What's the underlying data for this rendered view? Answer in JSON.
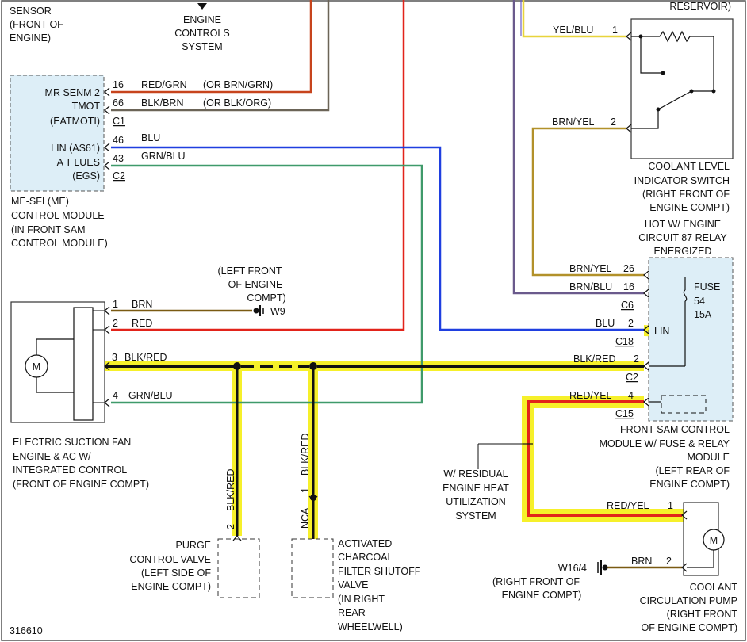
{
  "title": "Wiring diagram",
  "diagram_id": "316610",
  "colors": {
    "red": "#e2231a",
    "brn": "#7a5a12",
    "blu": "#1f3fe0",
    "grn": "#3f9a6a",
    "yel": "#e8d43c",
    "highlight": "#f6f02a",
    "module_fill": "#ddeef7",
    "black": "#111111"
  },
  "top": {
    "sensor": [
      "SENSOR",
      "(FRONT OF",
      "ENGINE)"
    ],
    "engine_controls": [
      "ENGINE",
      "CONTROLS",
      "SYSTEM"
    ],
    "reservoir": "RESERVOIR)"
  },
  "me_module": {
    "pins": [
      {
        "label": "MR SENM 2",
        "num": "16",
        "wire": "RED/GRN",
        "alt": "(OR BRN/GRN)"
      },
      {
        "label": "TMOT",
        "num": "66",
        "wire": "BLK/BRN",
        "alt": "(OR BLK/ORG)"
      },
      {
        "label": "(EATMOTI)",
        "num": "C1",
        "wire": "",
        "alt": ""
      },
      {
        "label": "LIN (AS61)",
        "num": "46",
        "wire": "BLU",
        "alt": ""
      },
      {
        "label": "A T LUES",
        "num": "43",
        "wire": "GRN/BLU",
        "alt": ""
      },
      {
        "label": "(EGS)",
        "num": "C2",
        "wire": "",
        "alt": ""
      }
    ],
    "name": [
      "ME-SFI (ME)",
      "CONTROL MODULE",
      "(IN FRONT SAM",
      "CONTROL MODULE)"
    ]
  },
  "ground_w9": {
    "loc": [
      "(LEFT FRONT",
      "OF ENGINE",
      "COMPT)"
    ],
    "label": "W9"
  },
  "fan": {
    "pins": [
      {
        "num": "1",
        "wire": "BRN"
      },
      {
        "num": "2",
        "wire": "RED"
      },
      {
        "num": "3",
        "wire": "BLK/RED"
      },
      {
        "num": "4",
        "wire": "GRN/BLU"
      }
    ],
    "motor": "M",
    "name": [
      "ELECTRIC SUCTION FAN",
      "ENGINE & AC W/",
      "INTEGRATED CONTROL",
      "(FRONT OF ENGINE COMPT)"
    ]
  },
  "purge": {
    "wire": "BLK/RED",
    "pin": "2",
    "name": [
      "PURGE",
      "CONTROL VALVE",
      "(LEFT SIDE OF",
      "ENGINE COMPT)"
    ]
  },
  "charcoal": {
    "wire": "BLK/RED",
    "pin": "1",
    "nca": "NCA",
    "name": [
      "ACTIVATED",
      "CHARCOAL",
      "FILTER SHUTOFF",
      "VALVE",
      "(IN RIGHT",
      "REAR",
      "WHEELWELL)"
    ]
  },
  "coolant_switch": {
    "pins": [
      {
        "wire": "YEL/BLU",
        "num": "1"
      },
      {
        "wire": "BRN/YEL",
        "num": "2"
      }
    ],
    "name": [
      "COOLANT LEVEL",
      "INDICATOR SWITCH",
      "(RIGHT FRONT OF",
      "ENGINE COMPT)"
    ]
  },
  "hot_note": [
    "HOT W/ ENGINE",
    "CIRCUIT 87 RELAY",
    "ENERGIZED"
  ],
  "sam": {
    "pins": [
      {
        "wire": "BRN/YEL",
        "num": "26"
      },
      {
        "wire": "BRN/BLU",
        "num": "16"
      },
      {
        "wire": "",
        "num": "C6"
      },
      {
        "wire": "BLU",
        "num": "2"
      },
      {
        "wire": "",
        "num": "C18"
      },
      {
        "wire": "BLK/RED",
        "num": "2"
      },
      {
        "wire": "",
        "num": "C2"
      },
      {
        "wire": "RED/YEL",
        "num": "4"
      },
      {
        "wire": "",
        "num": "C15"
      }
    ],
    "fuse": [
      "FUSE",
      "54",
      "15A"
    ],
    "lin": "LIN",
    "name": [
      "FRONT SAM CONTROL",
      "MODULE W/ FUSE & RELAY",
      "MODULE",
      "(LEFT REAR OF",
      "ENGINE COMPT)"
    ]
  },
  "residual": [
    "W/ RESIDUAL",
    "ENGINE HEAT",
    "UTILIZATION",
    "SYSTEM"
  ],
  "pump": {
    "pins": [
      {
        "wire": "RED/YEL",
        "num": "1"
      },
      {
        "wire": "BRN",
        "num": "2"
      }
    ],
    "motor": "M",
    "name": [
      "COOLANT",
      "CIRCULATION PUMP",
      "(RIGHT FRONT",
      "OF ENGINE COMPT)"
    ]
  },
  "ground_w16": {
    "label": "W16/4",
    "loc": [
      "(RIGHT FRONT OF",
      "ENGINE COMPT)"
    ]
  }
}
